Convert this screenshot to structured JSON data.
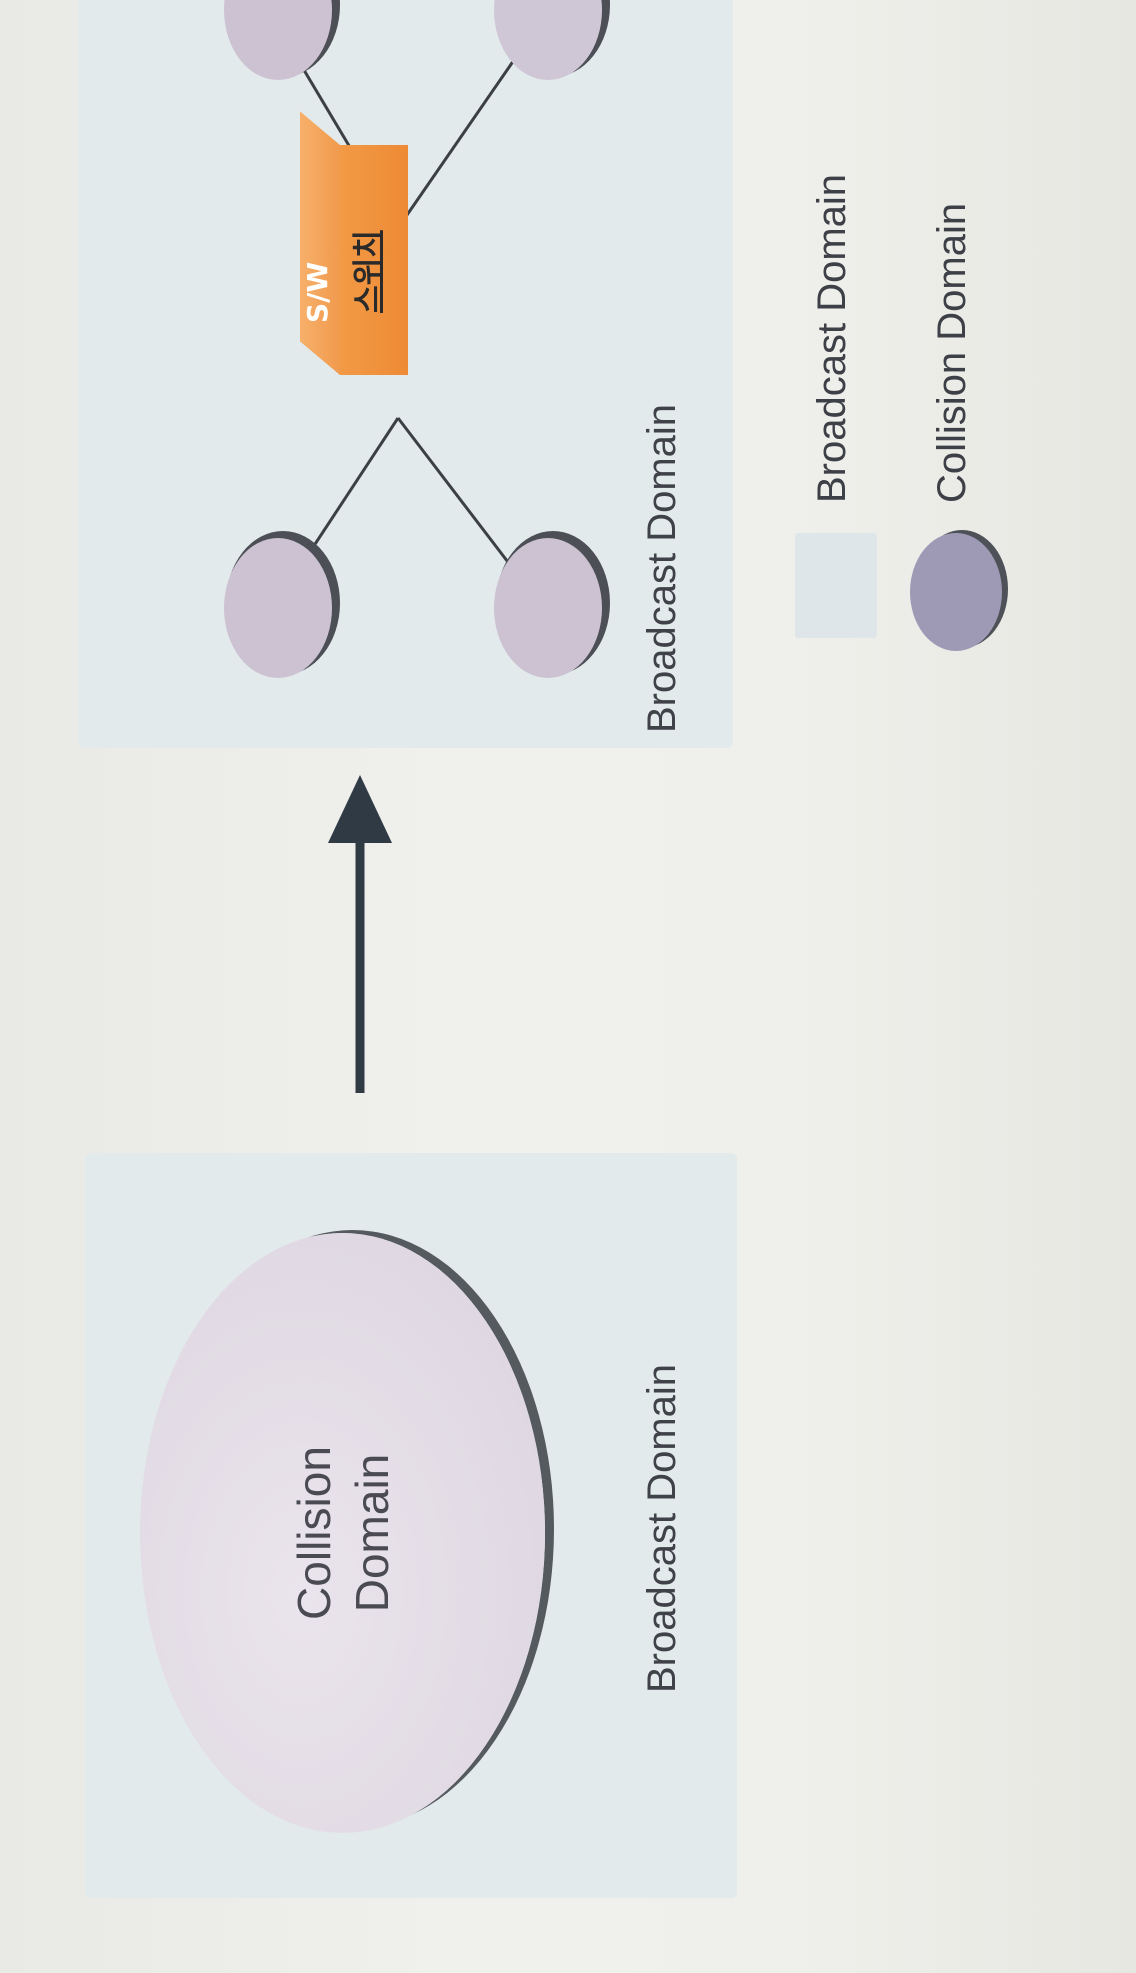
{
  "left_diagram": {
    "ellipse_label_line1": "Collision",
    "ellipse_label_line2": "Domain",
    "caption": "Broadcast Domain"
  },
  "right_diagram": {
    "switch_label_en": "S/W",
    "switch_label_ko": "스위치",
    "caption": "Broadcast Domain"
  },
  "legend": {
    "items": [
      {
        "label": "Broadcast Domain",
        "swatch": "box"
      },
      {
        "label": "Collision Domain",
        "swatch": "ellipse"
      }
    ]
  },
  "colors": {
    "panel_background": "#e2eaec",
    "collision_domain_fill": "#dcd4de",
    "legend_collision_fill": "#9e9ab6",
    "switch_orange": "#f29a45",
    "arrow": "#2f3a44"
  }
}
